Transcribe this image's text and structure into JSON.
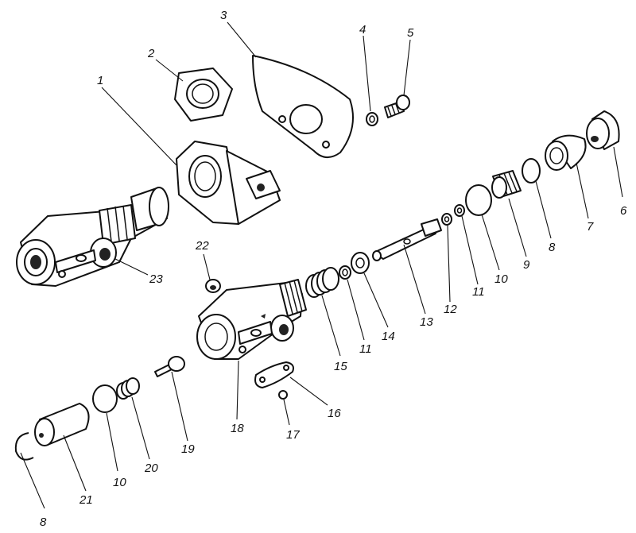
{
  "labels": {
    "c1": "1",
    "c2": "2",
    "c3": "3",
    "c4": "4",
    "c5": "5",
    "c6": "6",
    "c7": "7",
    "c8a": "8",
    "c8b": "8",
    "c9": "9",
    "c10a": "10",
    "c10b": "10",
    "c11a": "11",
    "c11b": "11",
    "c12": "12",
    "c13": "13",
    "c14": "14",
    "c15": "15",
    "c16": "16",
    "c17": "17",
    "c18": "18",
    "c19": "19",
    "c20": "20",
    "c21": "21",
    "c22": "22",
    "c23": "23"
  }
}
